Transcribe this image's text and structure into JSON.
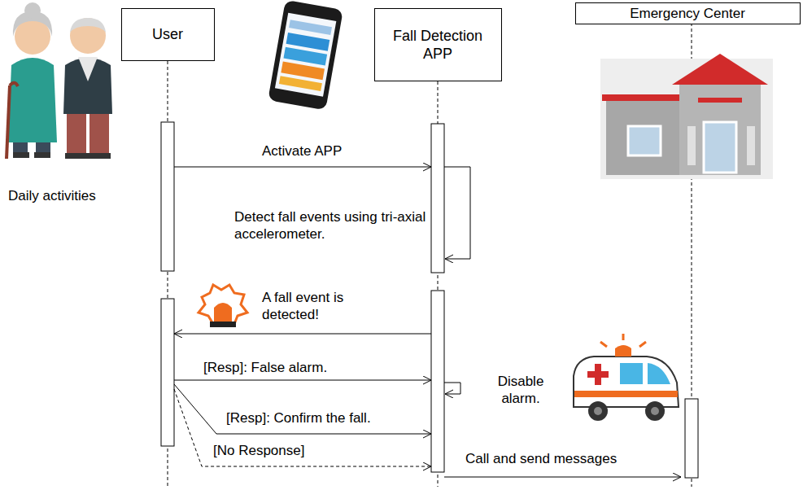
{
  "diagram": {
    "nodes": [
      {
        "text": [
          "User"
        ]
      },
      {
        "text": [
          "Fall Detection APP"
        ]
      },
      {
        "text": [
          "Emergency Center"
        ]
      }
    ],
    "edges": [
      {
        "from": 0,
        "to": 1,
        "arrow": "to",
        "label": "Activate APP"
      },
      {
        "from": 1,
        "to": 0,
        "arrow": "to",
        "label": "A fall event is detected!"
      },
      {
        "from": 0,
        "to": 1,
        "arrow": "to",
        "label": "[Resp]: False alarm."
      },
      {
        "from": 0,
        "to": 1,
        "arrow": "to",
        "label": "[Resp]: Confirm the fall."
      },
      {
        "from": 0,
        "to": 1,
        "arrow": "to",
        "label": "[No Response]"
      },
      {
        "from": 1,
        "to": 2,
        "arrow": "to",
        "label": "Call and send messages"
      }
    ],
    "labels": [
      "Daily activities",
      "Detect fall events using tri-axial accelerometer.",
      "Disable alarm."
    ]
  }
}
